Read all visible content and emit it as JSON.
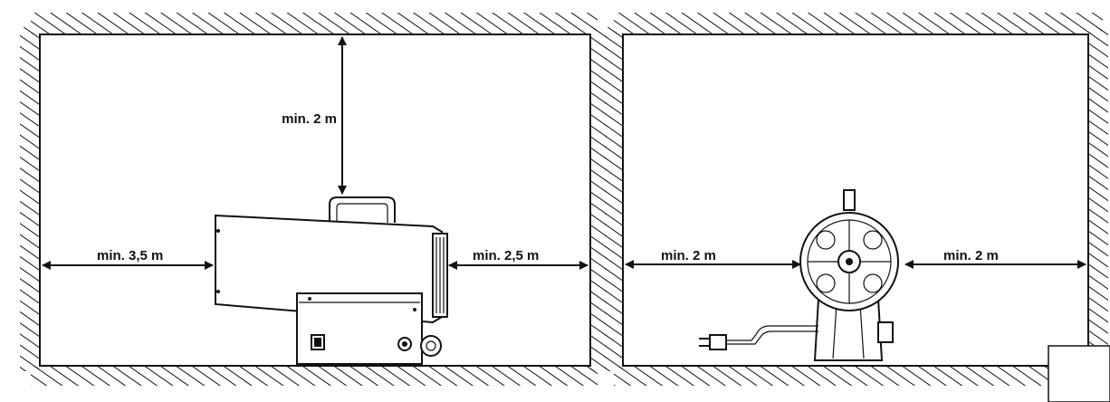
{
  "left_panel": {
    "clearance_top": "min. 2 m",
    "clearance_left": "min. 3,5 m",
    "clearance_right": "min. 2,5 m"
  },
  "right_panel": {
    "clearance_left": "min. 2 m",
    "clearance_right": "min. 2 m"
  },
  "colors": {
    "line": "#111111",
    "background": "#ffffff"
  },
  "icons": {
    "heater_side": "heater-side-view-icon",
    "heater_front": "heater-front-view-icon",
    "power_plug": "power-plug-icon"
  }
}
